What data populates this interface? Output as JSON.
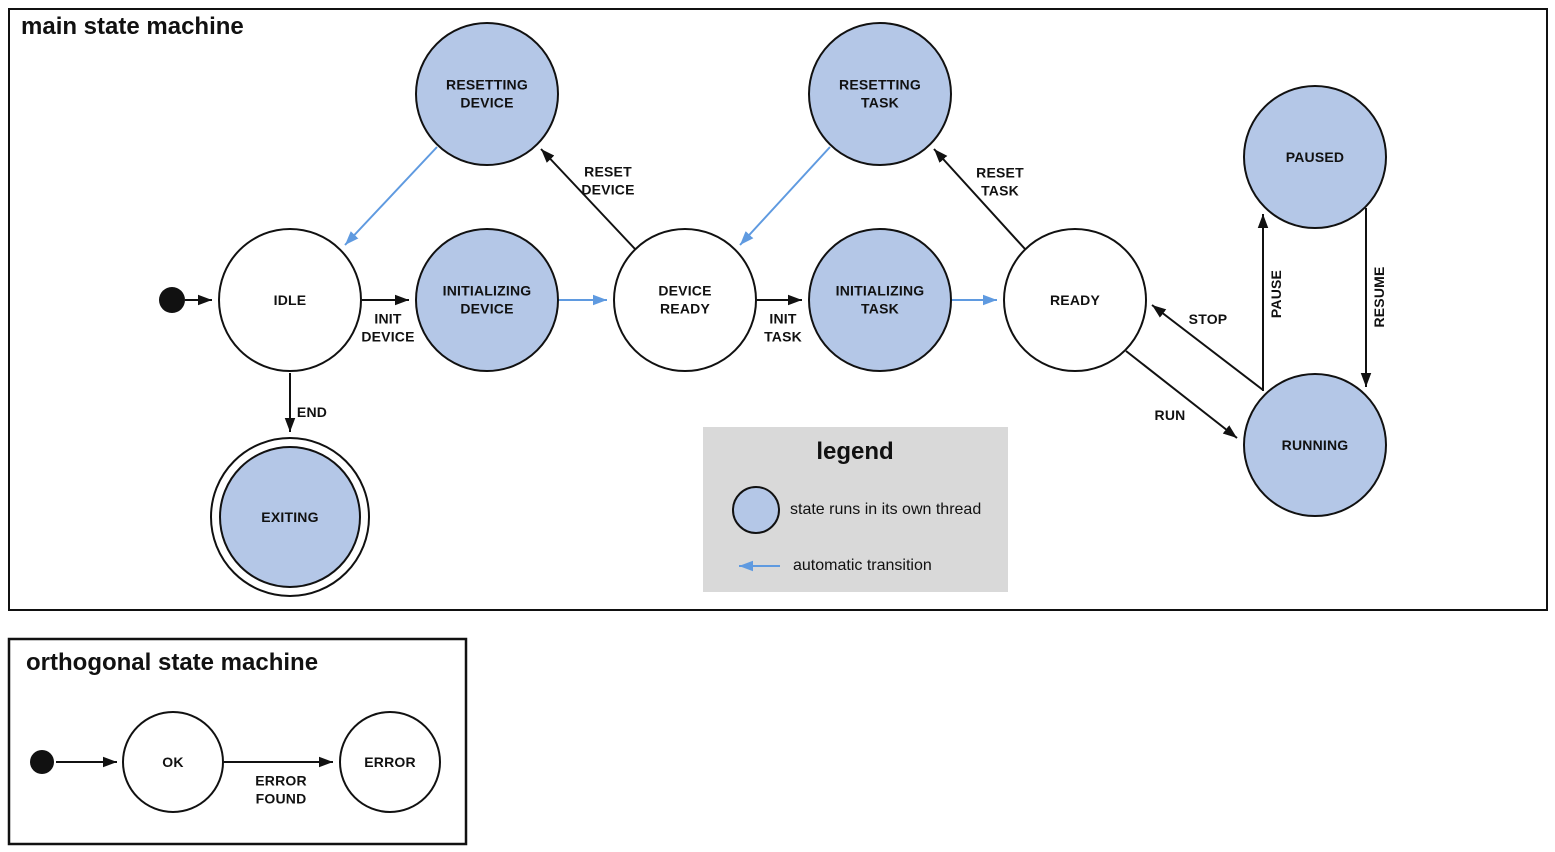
{
  "colors": {
    "threaded_state_fill": "#b4c7e7",
    "state_stroke": "#000000",
    "automatic_transition_blue": "#5f9ae0",
    "legend_background": "#d9d9d9",
    "text": "#111111"
  },
  "main_machine": {
    "title": "main state machine",
    "states": [
      {
        "id": "idle",
        "lines": [
          "IDLE"
        ],
        "own_thread": false,
        "final": false
      },
      {
        "id": "resetting-device",
        "lines": [
          "RESETTING",
          "DEVICE"
        ],
        "own_thread": true,
        "final": false
      },
      {
        "id": "initializing-device",
        "lines": [
          "INITIALIZING",
          "DEVICE"
        ],
        "own_thread": true,
        "final": false
      },
      {
        "id": "device-ready",
        "lines": [
          "DEVICE",
          "READY"
        ],
        "own_thread": false,
        "final": false
      },
      {
        "id": "resetting-task",
        "lines": [
          "RESETTING",
          "TASK"
        ],
        "own_thread": true,
        "final": false
      },
      {
        "id": "initializing-task",
        "lines": [
          "INITIALIZING",
          "TASK"
        ],
        "own_thread": true,
        "final": false
      },
      {
        "id": "ready",
        "lines": [
          "READY"
        ],
        "own_thread": false,
        "final": false
      },
      {
        "id": "paused",
        "lines": [
          "PAUSED"
        ],
        "own_thread": true,
        "final": false
      },
      {
        "id": "running",
        "lines": [
          "RUNNING"
        ],
        "own_thread": true,
        "final": false
      },
      {
        "id": "exiting",
        "lines": [
          "EXITING"
        ],
        "own_thread": true,
        "final": true
      }
    ],
    "transitions": {
      "init_device": [
        "INIT",
        "DEVICE"
      ],
      "reset_device": [
        "RESET",
        "DEVICE"
      ],
      "init_task": [
        "INIT",
        "TASK"
      ],
      "reset_task": [
        "RESET",
        "TASK"
      ],
      "run": "RUN",
      "stop": "STOP",
      "pause": "PAUSE",
      "resume": "RESUME",
      "end": "END"
    },
    "edges": [
      {
        "from": "initial",
        "to": "idle",
        "label": "",
        "automatic": false
      },
      {
        "from": "idle",
        "to": "initializing-device",
        "label": "INIT DEVICE",
        "automatic": false
      },
      {
        "from": "initializing-device",
        "to": "device-ready",
        "label": "",
        "automatic": true
      },
      {
        "from": "device-ready",
        "to": "resetting-device",
        "label": "RESET DEVICE",
        "automatic": false
      },
      {
        "from": "resetting-device",
        "to": "idle",
        "label": "",
        "automatic": true
      },
      {
        "from": "device-ready",
        "to": "initializing-task",
        "label": "INIT TASK",
        "automatic": false
      },
      {
        "from": "initializing-task",
        "to": "ready",
        "label": "",
        "automatic": true
      },
      {
        "from": "ready",
        "to": "resetting-task",
        "label": "RESET TASK",
        "automatic": false
      },
      {
        "from": "resetting-task",
        "to": "device-ready",
        "label": "",
        "automatic": true
      },
      {
        "from": "ready",
        "to": "running",
        "label": "RUN",
        "automatic": false
      },
      {
        "from": "running",
        "to": "ready",
        "label": "STOP",
        "automatic": false
      },
      {
        "from": "running",
        "to": "paused",
        "label": "PAUSE",
        "automatic": false
      },
      {
        "from": "paused",
        "to": "running",
        "label": "RESUME",
        "automatic": false
      },
      {
        "from": "idle",
        "to": "exiting",
        "label": "END",
        "automatic": false
      }
    ]
  },
  "legend": {
    "title": "legend",
    "items": [
      {
        "symbol": "threaded-state-circle",
        "text": "state runs in its own thread"
      },
      {
        "symbol": "automatic-transition-arrow",
        "text": "automatic transition"
      }
    ]
  },
  "orthogonal_machine": {
    "title": "orthogonal state machine",
    "states": [
      {
        "id": "ok",
        "lines": [
          "OK"
        ],
        "own_thread": false,
        "final": false
      },
      {
        "id": "error",
        "lines": [
          "ERROR"
        ],
        "own_thread": false,
        "final": false
      }
    ],
    "transitions": {
      "error_found": [
        "ERROR",
        "FOUND"
      ]
    },
    "edges": [
      {
        "from": "initial",
        "to": "ok",
        "label": "",
        "automatic": false
      },
      {
        "from": "ok",
        "to": "error",
        "label": "ERROR FOUND",
        "automatic": false
      }
    ]
  }
}
